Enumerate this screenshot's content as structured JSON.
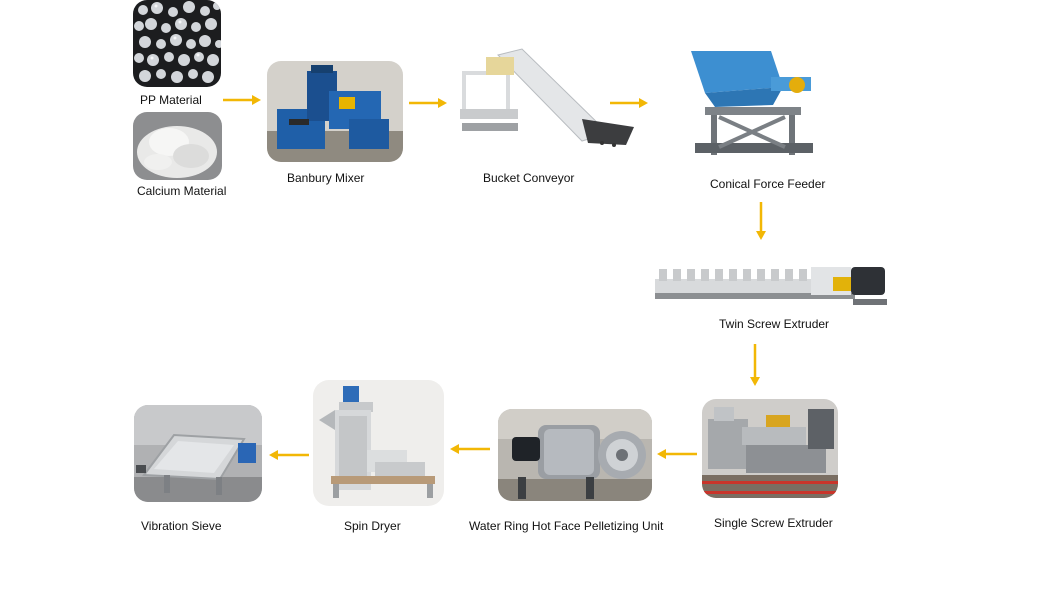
{
  "diagram": {
    "accent_color": "#f2b705",
    "nodes": [
      {
        "id": "pp",
        "label": "PP Material",
        "icon": "pp-granules-photo"
      },
      {
        "id": "calcium",
        "label": "Calcium Material",
        "icon": "calcium-powder-photo"
      },
      {
        "id": "banbury",
        "label": "Banbury Mixer",
        "icon": "banbury-mixer-photo"
      },
      {
        "id": "bucket",
        "label": "Bucket Conveyor",
        "icon": "bucket-conveyor-photo"
      },
      {
        "id": "conical",
        "label": "Conical Force Feeder",
        "icon": "conical-feeder-photo"
      },
      {
        "id": "twin",
        "label": "Twin Screw Extruder",
        "icon": "twin-screw-extruder-photo"
      },
      {
        "id": "single",
        "label": "Single Screw Extruder",
        "icon": "single-screw-extruder-photo"
      },
      {
        "id": "waterring",
        "label": "Water Ring Hot Face Pelletizing Unit",
        "icon": "pelletizing-unit-photo"
      },
      {
        "id": "spin",
        "label": "Spin Dryer",
        "icon": "spin-dryer-photo"
      },
      {
        "id": "sieve",
        "label": "Vibration Sieve",
        "icon": "vibration-sieve-photo"
      }
    ],
    "flow": [
      "pp+calcium",
      "banbury",
      "bucket",
      "conical",
      "twin",
      "single",
      "waterring",
      "spin",
      "sieve"
    ]
  }
}
